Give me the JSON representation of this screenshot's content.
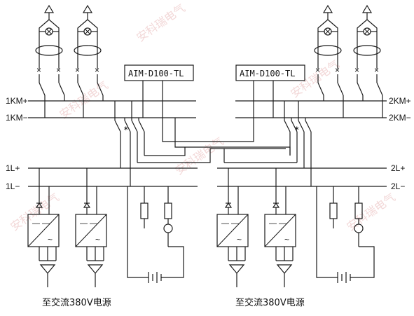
{
  "modules": {
    "left": "AIM-D100-TL",
    "right": "AIM-D100-TL"
  },
  "buses": {
    "km_pos_left": "1KM+",
    "km_neg_left": "1KM−",
    "km_pos_right": "2KM+",
    "km_neg_right": "2KM−",
    "l_pos_left": "1L+",
    "l_neg_left": "1L−",
    "l_pos_right": "2L+",
    "l_neg_right": "2L−"
  },
  "captions": {
    "left": "至交流380V电源",
    "right": "至交流380V电源"
  },
  "rectifier": {
    "ac_symbol": "~",
    "dc_symbol": "—"
  },
  "watermark": "安科瑞电气"
}
